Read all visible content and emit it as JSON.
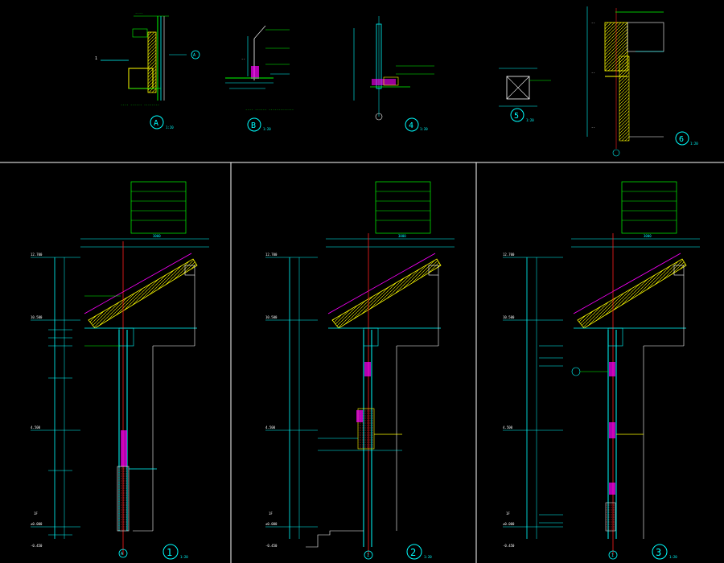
{
  "details": [
    {
      "id": "A",
      "scale": "1:20"
    },
    {
      "id": "B",
      "scale": "1:20"
    },
    {
      "id": "4",
      "scale": "1:20"
    },
    {
      "id": "5",
      "scale": "1:20"
    },
    {
      "id": "6",
      "scale": "1:20"
    }
  ],
  "sections": [
    {
      "id": "1",
      "scale": "1:20",
      "axis": "A",
      "elev_top": "12.700",
      "elev_roof": "10.500",
      "elev_mid": "4.500",
      "elev_floor": "±0.000",
      "elev_bottom": "-0.450",
      "floor": "1F",
      "dim_top": "3000"
    },
    {
      "id": "2",
      "scale": "1:20",
      "axis": "1",
      "elev_top": "12.700",
      "elev_roof": "10.500",
      "elev_mid": "4.500",
      "elev_floor": "±0.000",
      "elev_bottom": "-0.450",
      "floor": "1F",
      "dim_top": "3000"
    },
    {
      "id": "3",
      "scale": "1:20",
      "axis": "1",
      "elev_top": "12.700",
      "elev_roof": "10.500",
      "elev_mid": "4.500",
      "elev_floor": "±0.000",
      "elev_bottom": "-0.450",
      "floor": "1F",
      "dim_top": "3000"
    }
  ],
  "colors": {
    "cyan": "#00ffff",
    "yellow": "#ffff00",
    "green": "#00ff00",
    "white": "#ffffff",
    "red": "#ff2020",
    "magenta": "#ff00ff"
  }
}
